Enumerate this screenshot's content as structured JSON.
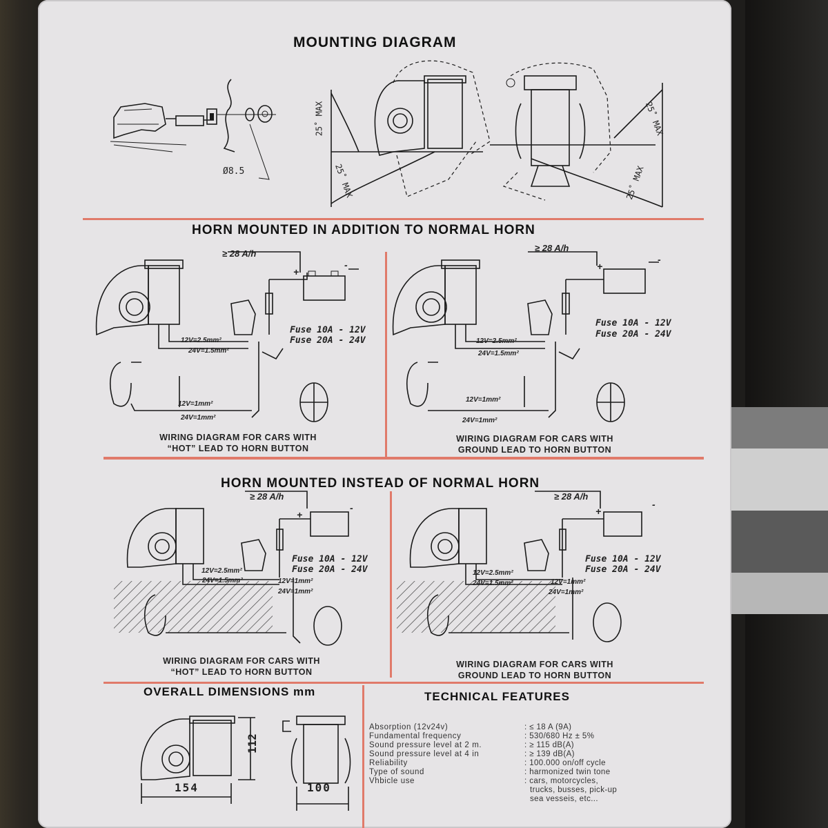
{
  "mounting": {
    "title": "MOUNTING DIAGRAM",
    "hole": "Ø8.5",
    "angles": [
      "25˚ MAX",
      "25˚ MAX",
      "25˚ MAX",
      "25˚ MAX"
    ]
  },
  "section_addition": {
    "title": "HORN MOUNTED IN ADDITION TO NORMAL HORN"
  },
  "section_instead": {
    "title": "HORN MOUNTED INSTEAD OF NORMAL HORN"
  },
  "wiring": {
    "battery": "≥ 28 A/h",
    "plus": "+",
    "minus": "-",
    "fuse1": "Fuse 10A - 12V",
    "fuse2": "Fuse 20A - 24V",
    "wire_a": "12V=2.5mm²",
    "wire_b": "24V=1.5mm²",
    "wire_c": "12V=1mm²",
    "wire_d": "24V=1mm²",
    "caption_hot_1": "WIRING DIAGRAM FOR CARS WITH",
    "caption_hot_2": "“HOT” LEAD TO HORN BUTTON",
    "caption_ground_1": "WIRING DIAGRAM FOR CARS WITH",
    "caption_ground_2": "GROUND LEAD TO HORN BUTTON"
  },
  "dimensions": {
    "title": "OVERALL DIMENSIONS mm",
    "height": "112",
    "length": "154",
    "width": "100"
  },
  "technical": {
    "title": "TECHNICAL FEATURES",
    "rows": [
      {
        "label": "Absorption (12v24v)",
        "value": ": ≤ 18 A (9A)"
      },
      {
        "label": "Fundamental frequency",
        "value": ": 530/680 Hz ± 5%"
      },
      {
        "label": "Sound pressure level at 2 m.",
        "value": ": ≥ 115 dB(A)"
      },
      {
        "label": "Sound pressure level at 4 in",
        "value": ": ≥ 139 dB(A)"
      },
      {
        "label": "Reliability",
        "value": ": 100.000 on/off cycle"
      },
      {
        "label": "Type of sound",
        "value": ": harmonized twin tone"
      },
      {
        "label": "Vhbicle use",
        "value": ": cars, motorcycles,"
      }
    ],
    "vehicle_cont_1": "trucks, busses, pick-up",
    "vehicle_cont_2": "sea vesseis, etc..."
  }
}
